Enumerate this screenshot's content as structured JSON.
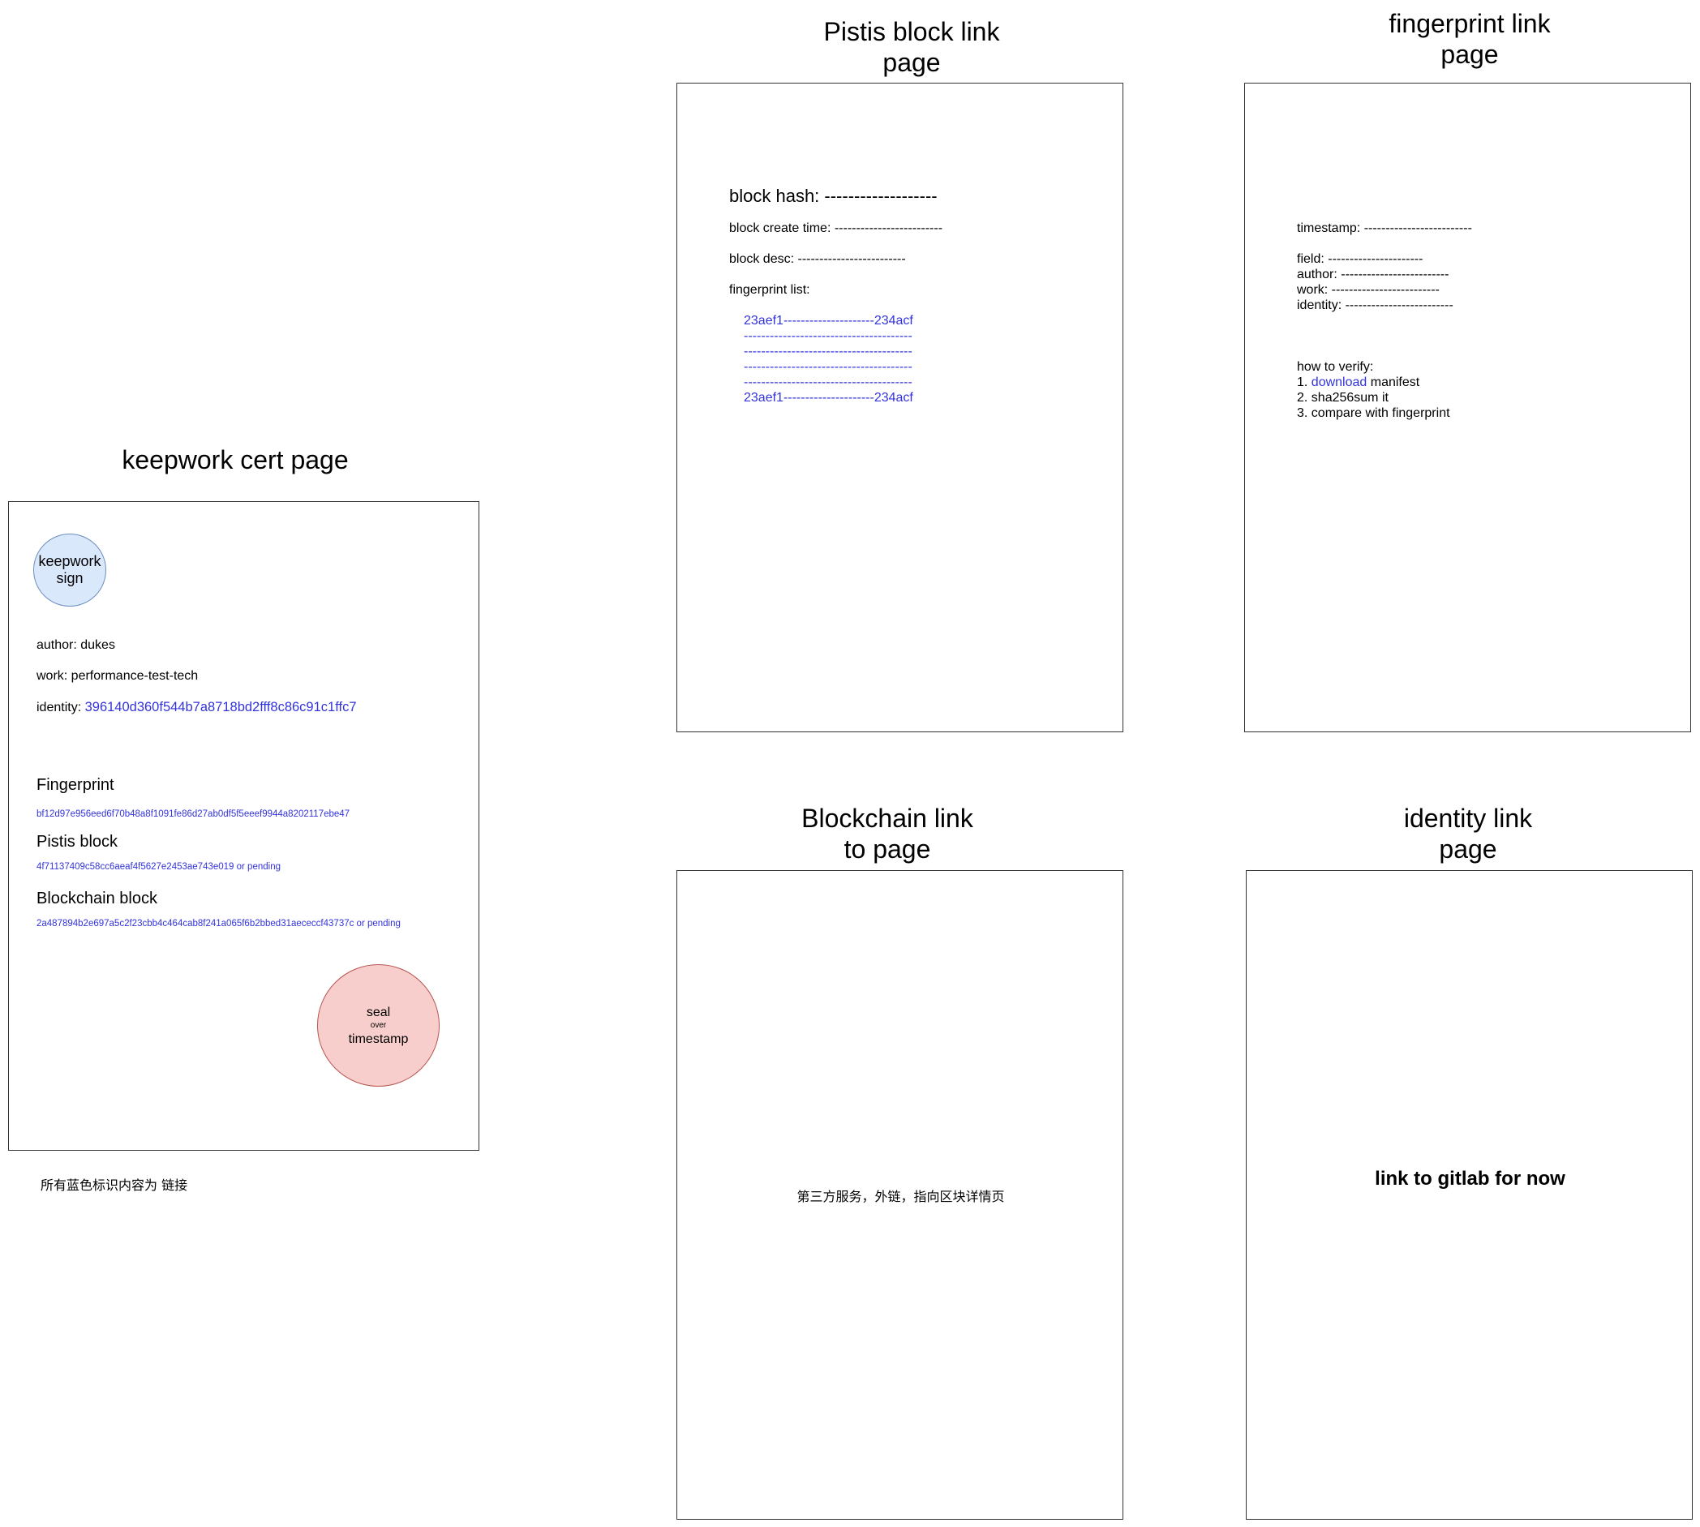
{
  "colors": {
    "link": "#3333dd",
    "sign_fill": "#dae8fc",
    "sign_stroke": "#6c8ebf",
    "seal_fill": "#f8cecc",
    "seal_stroke": "#b85450"
  },
  "cert_page": {
    "title": "keepwork cert page",
    "sign": {
      "line1": "keepwork",
      "line2": "sign"
    },
    "author": "author: dukes",
    "work": "work: performance-test-tech",
    "identity_label": "identity: ",
    "identity_value": "396140d360f544b7a8718bd2fff8c86c91c1ffc7",
    "fingerprint_heading": "Fingerprint",
    "fingerprint_value": "bf12d97e956eed6f70b48a8f1091fe86d27ab0df5f5eeef9944a8202117ebe47",
    "pistis_heading": "Pistis block",
    "pistis_value": "4f71137409c58cc6aeaf4f5627e2453ae743e019  or pending",
    "blockchain_heading": "Blockchain block",
    "blockchain_value": "2a487894b2e697a5c2f23cbb4c464cab8f241a065f6b2bbed31aececcf43737c or pending",
    "seal": {
      "line1": "seal",
      "line2": "over",
      "line3": "timestamp"
    },
    "footnote": "所有蓝色标识内容为 链接"
  },
  "pistis_page": {
    "title": "Pistis block link\npage",
    "block_hash": "block hash: -------------------",
    "create_time": "block create time: -------------------------",
    "desc": "block desc: -------------------------",
    "fingerprint_list_label": "fingerprint list:",
    "fingerprint_items": [
      "23aef1---------------------234acf",
      "---------------------------------------",
      "---------------------------------------",
      "---------------------------------------",
      "---------------------------------------",
      "23aef1---------------------234acf"
    ]
  },
  "fingerprint_page": {
    "title": "fingerprint link\npage",
    "timestamp": "timestamp: -------------------------",
    "field": "field: ----------------------",
    "author": "author: -------------------------",
    "work": "work: -------------------------",
    "identity": "identity: -------------------------",
    "verify_heading": "how to verify:",
    "step1_prefix": "1. ",
    "step1_link": "download",
    "step1_suffix": " manifest",
    "step2": "2. sha256sum it",
    "step3": "3. compare with fingerprint"
  },
  "blockchain_page": {
    "title": "Blockchain link\nto page",
    "text": "第三方服务，外链，指向区块详情页"
  },
  "identity_page": {
    "title": "identity link\npage",
    "text": "link to gitlab for now"
  }
}
